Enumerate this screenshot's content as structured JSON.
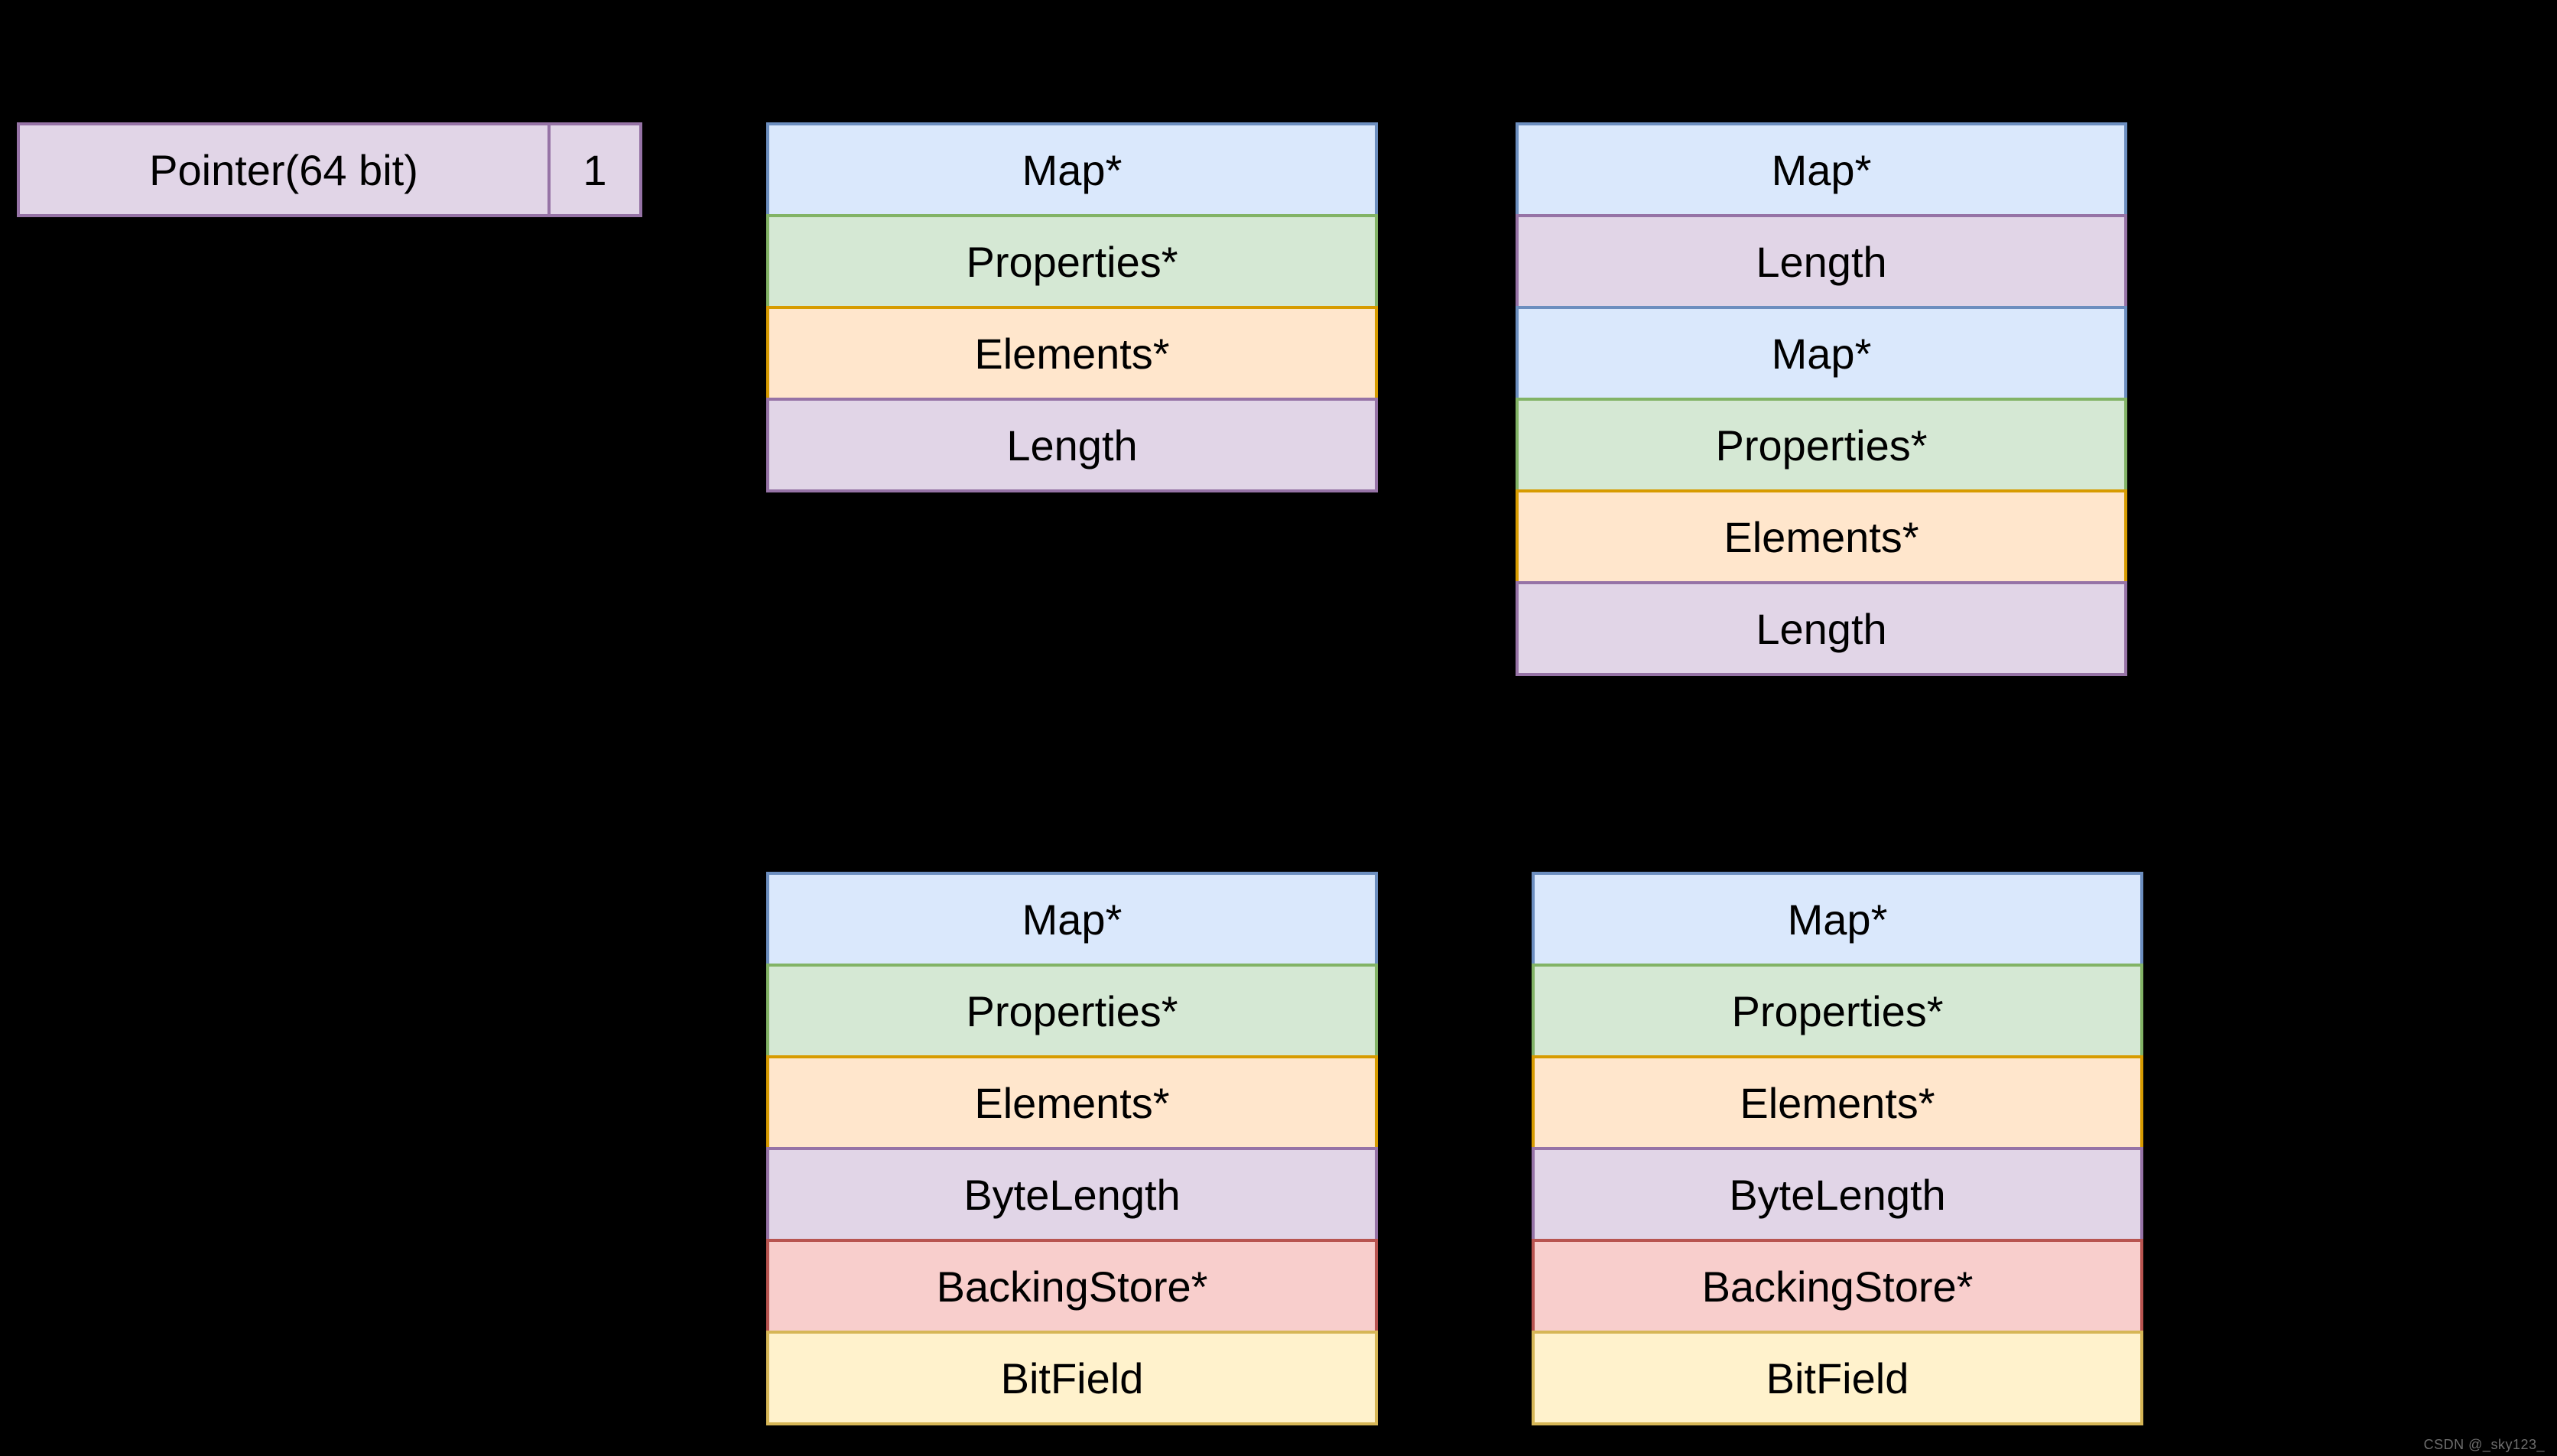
{
  "background": "#000000",
  "palette": {
    "blue": {
      "fill": "#dae8fc",
      "stroke": "#6c8ebf"
    },
    "green": {
      "fill": "#d5e8d4",
      "stroke": "#82b366"
    },
    "orange": {
      "fill": "#ffe6cc",
      "stroke": "#d79b00"
    },
    "purple": {
      "fill": "#e1d5e7",
      "stroke": "#9673a6"
    },
    "red": {
      "fill": "#f8cecc",
      "stroke": "#b85450"
    },
    "yellow": {
      "fill": "#fff2cc",
      "stroke": "#d6b656"
    }
  },
  "pointer_box": {
    "color": "purple",
    "main_cell": {
      "label": "Pointer(64 bit)",
      "color": "purple"
    },
    "tag_cell": {
      "label": "1",
      "color": "purple"
    }
  },
  "stacks": [
    {
      "name": "top-middle-object",
      "rows": [
        {
          "label": "Map*",
          "color": "blue"
        },
        {
          "label": "Properties*",
          "color": "green"
        },
        {
          "label": "Elements*",
          "color": "orange"
        },
        {
          "label": "Length",
          "color": "purple"
        }
      ]
    },
    {
      "name": "top-right-object",
      "rows": [
        {
          "label": "Map*",
          "color": "blue"
        },
        {
          "label": "Length",
          "color": "purple"
        },
        {
          "label": "Map*",
          "color": "blue"
        },
        {
          "label": "Properties*",
          "color": "green"
        },
        {
          "label": "Elements*",
          "color": "orange"
        },
        {
          "label": "Length",
          "color": "purple"
        }
      ]
    },
    {
      "name": "bottom-middle-object",
      "rows": [
        {
          "label": "Map*",
          "color": "blue"
        },
        {
          "label": "Properties*",
          "color": "green"
        },
        {
          "label": "Elements*",
          "color": "orange"
        },
        {
          "label": "ByteLength",
          "color": "purple"
        },
        {
          "label": "BackingStore*",
          "color": "red"
        },
        {
          "label": "BitField",
          "color": "yellow"
        }
      ]
    },
    {
      "name": "bottom-right-object",
      "rows": [
        {
          "label": "Map*",
          "color": "blue"
        },
        {
          "label": "Properties*",
          "color": "green"
        },
        {
          "label": "Elements*",
          "color": "orange"
        },
        {
          "label": "ByteLength",
          "color": "purple"
        },
        {
          "label": "BackingStore*",
          "color": "red"
        },
        {
          "label": "BitField",
          "color": "yellow"
        }
      ]
    }
  ],
  "watermark": {
    "text": "CSDN @_sky123_",
    "color": "#6e6e6e"
  }
}
